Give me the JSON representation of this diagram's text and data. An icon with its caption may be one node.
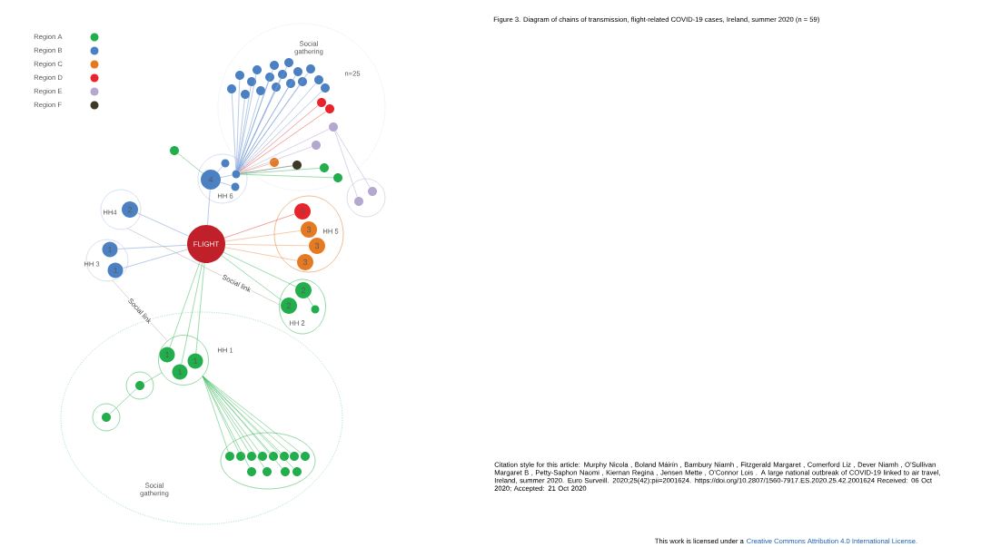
{
  "diagram": {
    "title": "Figure 3. Diagram of chains of transmission, flight-related COVID-19 cases, Ireland, summer 2020 (n = 59)",
    "nodes": [
      {
        "text": [
          "Social gathering",
          "n=25"
        ]
      },
      {
        "text": [],
        "shape": "circle",
        "in": 0
      },
      {
        "text": [],
        "shape": "circle",
        "in": 0
      },
      {
        "text": [],
        "shape": "circle",
        "in": 0
      },
      {
        "text": [],
        "shape": "circle",
        "in": 0
      },
      {
        "text": [],
        "shape": "circle",
        "in": 0
      },
      {
        "text": [],
        "shape": "circle",
        "in": 0
      },
      {
        "text": [],
        "shape": "circle",
        "in": 0
      },
      {
        "text": [],
        "shape": "circle",
        "in": 0
      },
      {
        "text": [],
        "shape": "circle",
        "in": 0
      },
      {
        "text": [],
        "shape": "circle",
        "in": 0
      },
      {
        "text": [],
        "shape": "circle",
        "in": 0
      },
      {
        "text": [],
        "shape": "circle",
        "in": 0
      },
      {
        "text": [],
        "shape": "circle",
        "in": 0
      },
      {
        "text": [],
        "shape": "circle",
        "in": 0
      },
      {
        "text": [],
        "shape": "circle",
        "in": 0
      },
      {
        "text": [],
        "shape": "circle",
        "in": 0
      },
      {
        "text": [],
        "shape": "circle",
        "in": 0
      },
      {
        "text": [],
        "shape": "circle",
        "in": 0
      },
      {
        "text": [],
        "shape": "circle",
        "in": 0
      },
      {
        "text": [],
        "shape": "circle",
        "in": 0
      },
      {
        "text": [],
        "shape": "circle",
        "in": 0
      },
      {
        "text": [],
        "shape": "circle",
        "in": 0
      },
      {
        "text": [],
        "shape": "circle",
        "in": 0
      },
      {
        "text": [],
        "shape": "circle",
        "in": 0
      },
      {
        "text": [],
        "shape": "circle",
        "in": 0
      },
      {
        "text": [],
        "shape": "circle"
      },
      {
        "text": [
          "HH 6"
        ]
      },
      {
        "text": [
          "4"
        ],
        "in": 27
      },
      {
        "text": [],
        "shape": "circle",
        "in": 27
      },
      {
        "text": [],
        "shape": "circle",
        "in": 27
      },
      {
        "text": [],
        "shape": "circle",
        "in": 27
      },
      {
        "text": [],
        "shape": "circle"
      },
      {
        "text": [],
        "shape": "circle",
        "in": 32
      },
      {
        "text": [],
        "shape": "circle",
        "in": 32
      },
      {
        "text": [
          "HH4"
        ]
      },
      {
        "text": [
          "2"
        ],
        "in": 35
      },
      {
        "text": [
          "FLIGHT"
        ]
      },
      {
        "text": [
          "HH 5"
        ]
      },
      {
        "text": [
          "3"
        ],
        "in": 38
      },
      {
        "text": [
          "3"
        ],
        "in": 38
      },
      {
        "text": [
          "3"
        ],
        "in": 38
      },
      {
        "text": [
          "3"
        ],
        "in": 38
      },
      {
        "text": [
          "HH 3"
        ]
      },
      {
        "text": [
          "1"
        ],
        "in": 43
      },
      {
        "text": [
          "1"
        ],
        "in": 43
      },
      {
        "text": [
          "HH 2"
        ]
      },
      {
        "text": [
          "2"
        ],
        "in": 46
      },
      {
        "text": [
          "2"
        ],
        "in": 46
      },
      {
        "text": [],
        "shape": "circle",
        "in": 46
      },
      {
        "text": [
          "Social gathering"
        ]
      },
      {
        "text": [
          "HH 1"
        ],
        "in": 50
      },
      {
        "text": [
          "1"
        ],
        "in": 51
      },
      {
        "text": [
          "1"
        ],
        "in": 51
      },
      {
        "text": [
          "1"
        ],
        "in": 51
      },
      {
        "text": [],
        "shape": "circle",
        "in": 50
      },
      {
        "text": [],
        "shape": "circle",
        "in": 55
      },
      {
        "text": [],
        "shape": "circle",
        "in": 50
      },
      {
        "text": [],
        "shape": "circle",
        "in": 57
      },
      {
        "text": [],
        "shape": "ellipse",
        "in": 50
      },
      {
        "text": [],
        "shape": "circle",
        "in": 59
      },
      {
        "text": [],
        "shape": "circle",
        "in": 59
      },
      {
        "text": [],
        "shape": "circle",
        "in": 59
      },
      {
        "text": [],
        "shape": "circle",
        "in": 59
      },
      {
        "text": [],
        "shape": "circle",
        "in": 59
      },
      {
        "text": [],
        "shape": "circle",
        "in": 59
      },
      {
        "text": [],
        "shape": "circle",
        "in": 59
      },
      {
        "text": [],
        "shape": "circle",
        "in": 59
      },
      {
        "text": [],
        "shape": "circle",
        "in": 59
      },
      {
        "text": [],
        "shape": "circle",
        "in": 59
      },
      {
        "text": [],
        "shape": "circle",
        "in": 59
      },
      {
        "text": [],
        "shape": "circle",
        "in": 59
      }
    ],
    "edges": [
      {
        "from": 30,
        "to": 1,
        "arrow": "none"
      },
      {
        "from": 30,
        "to": 2,
        "arrow": "none"
      },
      {
        "from": 30,
        "to": 3,
        "arrow": "none"
      },
      {
        "from": 30,
        "to": 4,
        "arrow": "none"
      },
      {
        "from": 30,
        "to": 5,
        "arrow": "none"
      },
      {
        "from": 30,
        "to": 6,
        "arrow": "none"
      },
      {
        "from": 30,
        "to": 7,
        "arrow": "none"
      },
      {
        "from": 30,
        "to": 8,
        "arrow": "none"
      },
      {
        "from": 30,
        "to": 9,
        "arrow": "none"
      },
      {
        "from": 30,
        "to": 10,
        "arrow": "none"
      },
      {
        "from": 30,
        "to": 11,
        "arrow": "none"
      },
      {
        "from": 30,
        "to": 12,
        "arrow": "none"
      },
      {
        "from": 30,
        "to": 13,
        "arrow": "none"
      },
      {
        "from": 30,
        "to": 14,
        "arrow": "none"
      },
      {
        "from": 30,
        "to": 15,
        "arrow": "none"
      },
      {
        "from": 30,
        "to": 16,
        "arrow": "none"
      },
      {
        "from": 30,
        "to": 17,
        "arrow": "none"
      },
      {
        "from": 30,
        "to": 18,
        "arrow": "none",
        "color": "#e8564f"
      },
      {
        "from": 30,
        "to": 19,
        "arrow": "none",
        "color": "#e8564f"
      },
      {
        "from": 30,
        "to": 20,
        "arrow": "none",
        "color": "#b9aed3"
      },
      {
        "from": 30,
        "to": 21,
        "arrow": "none",
        "color": "#b9aed3"
      },
      {
        "from": 30,
        "to": 22,
        "arrow": "none",
        "color": "#eca06a"
      },
      {
        "from": 30,
        "to": 23,
        "arrow": "none",
        "color": "#555555"
      },
      {
        "from": 30,
        "to": 24,
        "arrow": "none",
        "color": "#4cbf6b"
      },
      {
        "from": 30,
        "to": 25,
        "arrow": "none",
        "color": "#4cbf6b"
      },
      {
        "from": 26,
        "to": 28,
        "arrow": "none",
        "color": "#4cbf6b"
      },
      {
        "from": 28,
        "to": 29,
        "arrow": "none"
      },
      {
        "from": 28,
        "to": 30,
        "arrow": "none"
      },
      {
        "from": 28,
        "to": 31,
        "arrow": "none"
      },
      {
        "from": 20,
        "to": 33,
        "arrow": "none",
        "color": "#b9aed3"
      },
      {
        "from": 20,
        "to": 34,
        "arrow": "none",
        "color": "#b9aed3"
      },
      {
        "from": 37,
        "to": 28,
        "arrow": "none"
      },
      {
        "from": 37,
        "to": 36,
        "arrow": "none"
      },
      {
        "from": 37,
        "to": 44,
        "arrow": "none"
      },
      {
        "from": 37,
        "to": 45,
        "arrow": "none"
      },
      {
        "from": 35,
        "to": 46,
        "arrow": "none",
        "label": "Social link",
        "color": "#b7b2a8"
      },
      {
        "from": 43,
        "to": 51,
        "arrow": "none",
        "label": "Social link",
        "color": "#b7b2a8"
      },
      {
        "from": 37,
        "to": 39,
        "arrow": "none",
        "color": "#e8564f"
      },
      {
        "from": 37,
        "to": 40,
        "arrow": "none",
        "color": "#eca06a"
      },
      {
        "from": 37,
        "to": 41,
        "arrow": "none",
        "color": "#eca06a"
      },
      {
        "from": 37,
        "to": 42,
        "arrow": "none",
        "color": "#eca06a"
      },
      {
        "from": 37,
        "to": 47,
        "arrow": "none",
        "color": "#4cbf6b"
      },
      {
        "from": 37,
        "to": 48,
        "arrow": "none",
        "color": "#4cbf6b"
      },
      {
        "from": 47,
        "to": 49,
        "arrow": "none",
        "color": "#4cbf6b"
      },
      {
        "from": 37,
        "to": 52,
        "arrow": "none",
        "color": "#4cbf6b"
      },
      {
        "from": 37,
        "to": 53,
        "arrow": "none",
        "color": "#4cbf6b"
      },
      {
        "from": 37,
        "to": 54,
        "arrow": "none",
        "color": "#4cbf6b"
      },
      {
        "from": 51,
        "to": 56,
        "arrow": "none",
        "color": "#4cbf6b"
      },
      {
        "from": 56,
        "to": 58,
        "arrow": "none",
        "color": "#4cbf6b"
      },
      {
        "from": 51,
        "to": 60,
        "arrow": "none",
        "color": "#4cbf6b"
      },
      {
        "from": 51,
        "to": 61,
        "arrow": "none",
        "color": "#4cbf6b"
      },
      {
        "from": 51,
        "to": 62,
        "arrow": "none",
        "color": "#4cbf6b"
      },
      {
        "from": 51,
        "to": 63,
        "arrow": "none",
        "color": "#4cbf6b"
      },
      {
        "from": 51,
        "to": 64,
        "arrow": "none",
        "color": "#4cbf6b"
      },
      {
        "from": 51,
        "to": 65,
        "arrow": "none",
        "color": "#4cbf6b"
      },
      {
        "from": 51,
        "to": 66,
        "arrow": "none",
        "color": "#4cbf6b"
      },
      {
        "from": 51,
        "to": 67,
        "arrow": "none",
        "color": "#4cbf6b"
      },
      {
        "from": 51,
        "to": 68,
        "arrow": "none",
        "color": "#4cbf6b"
      },
      {
        "from": 51,
        "to": 69,
        "arrow": "none",
        "color": "#4cbf6b"
      },
      {
        "from": 51,
        "to": 70,
        "arrow": "none",
        "color": "#4cbf6b"
      },
      {
        "from": 51,
        "to": 71,
        "arrow": "none",
        "color": "#4cbf6b"
      }
    ],
    "labels": [
      "Citation style for this article: Murphy Nicola , Boland Máirín , Bambury Niamh , Fitzgerald Margaret , Comerford Liz , Dever Niamh , O’Sullivan Margaret B , Petty-Saphon Naomi , Kiernan Regina , Jensen Mette , O’Connor Lois . A large national outbreak of COVID-19 linked to air travel, Ireland, summer 2020. Euro Surveill. 2020;25(42):pii=2001624. https://doi.org/10.2807/1560-7917.ES.2020.25.42.2001624 Received: 06 Oct 2020; Accepted: 21 Oct 2020",
      "This work is licensed under a",
      "Creative Commons Attribution 4.0 International License."
    ],
    "legend": [
      {
        "text": "Region A",
        "color": "#22ae4c"
      },
      {
        "text": "Region B",
        "color": "#4b80c3"
      },
      {
        "text": "Region C",
        "color": "#e67a22"
      },
      {
        "text": "Region D",
        "color": "#e8242a"
      },
      {
        "text": "Region E",
        "color": "#b4a7d0"
      },
      {
        "text": "Region F",
        "color": "#3c3a26"
      }
    ]
  }
}
